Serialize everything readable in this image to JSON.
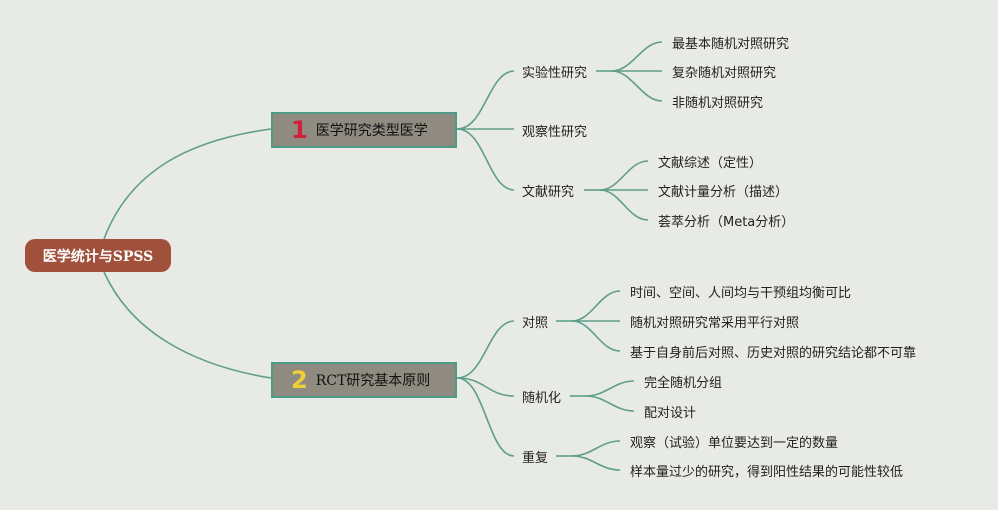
{
  "root": "医学统计与SPSS",
  "branches": [
    {
      "num": "1",
      "label": "医学研究类型医学",
      "children": [
        {
          "label": "实验性研究",
          "leaves": [
            "最基本随机对照研究",
            "复杂随机对照研究",
            "非随机对照研究"
          ]
        },
        {
          "label": "观察性研究",
          "leaves": []
        },
        {
          "label": "文献研究",
          "leaves": [
            "文献综述（定性）",
            "文献计量分析（描述）",
            "荟萃分析（Meta分析）"
          ]
        }
      ]
    },
    {
      "num": "2",
      "label": "RCT研究基本原则",
      "children": [
        {
          "label": "对照",
          "leaves": [
            "时间、空间、人间均与干预组均衡可比",
            "随机对照研究常采用平行对照",
            "基于自身前后对照、历史对照的研究结论都不可靠"
          ]
        },
        {
          "label": "随机化",
          "leaves": [
            "完全随机分组",
            "配对设计"
          ]
        },
        {
          "label": "重复",
          "leaves": [
            "观察（试验）单位要达到一定的数量",
            "样本量过少的研究，得到阳性结果的可能性较低"
          ]
        }
      ]
    }
  ],
  "colors": {
    "connector": "#5f9e8a",
    "root_bg": "#a1513b",
    "branch_bg": "#8f8b80",
    "num1": "#d0213a",
    "num2": "#f0d038"
  }
}
